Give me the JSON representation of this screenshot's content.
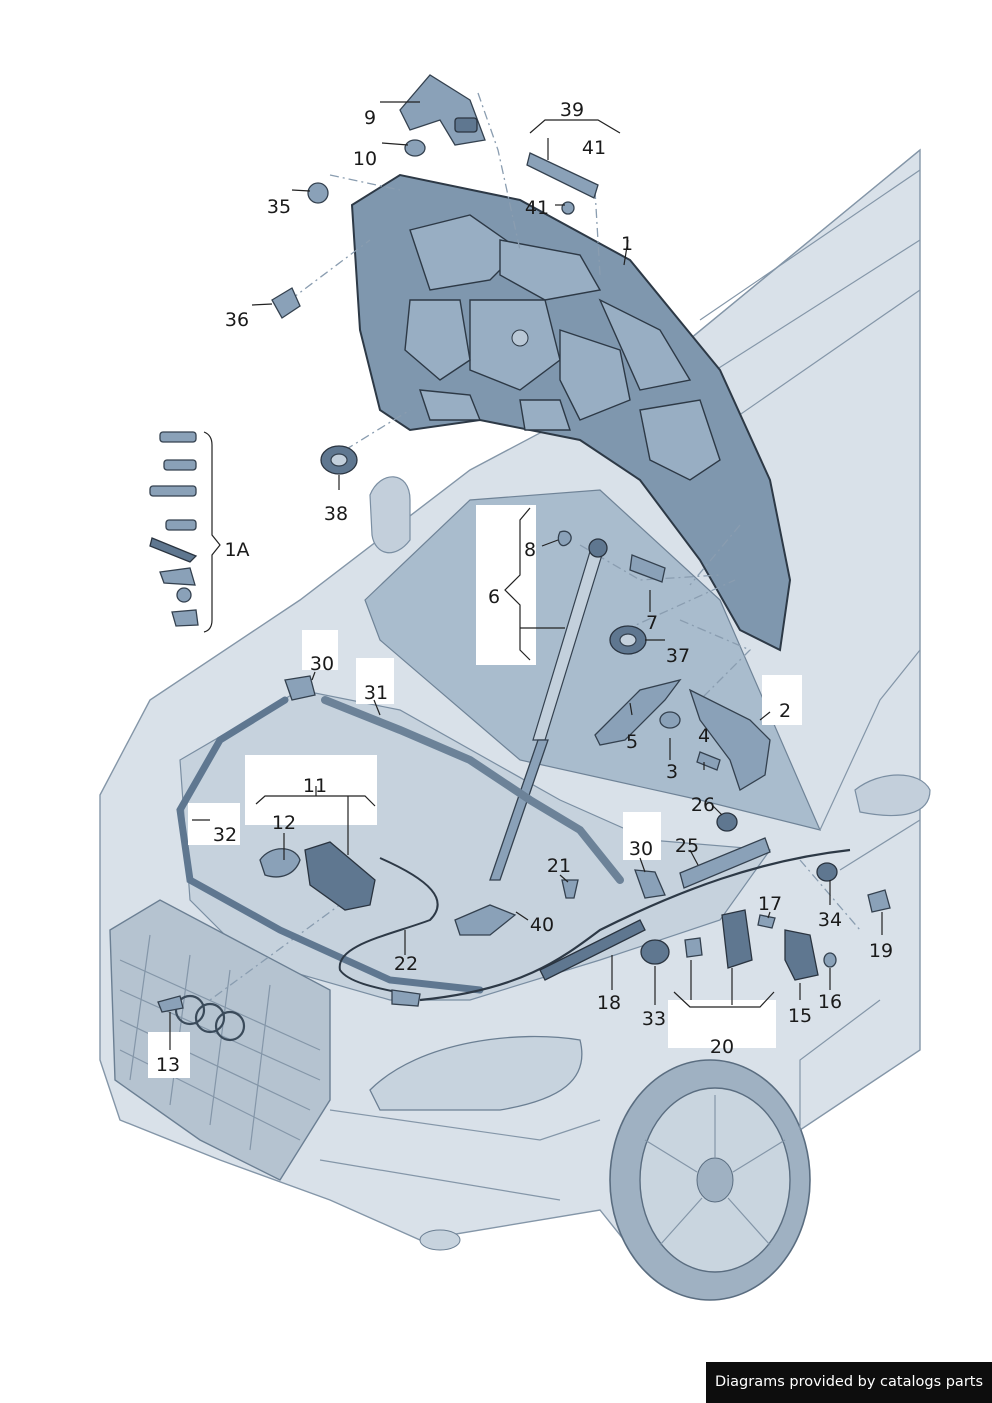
{
  "callouts": {
    "c1": "1",
    "c1a": "1A",
    "c2": "2",
    "c3": "3",
    "c4": "4",
    "c5": "5",
    "c6": "6",
    "c7": "7",
    "c8": "8",
    "c9": "9",
    "c10": "10",
    "c11": "11",
    "c12": "12",
    "c13": "13",
    "c15": "15",
    "c16": "16",
    "c17": "17",
    "c18": "18",
    "c19": "19",
    "c20": "20",
    "c21": "21",
    "c22": "22",
    "c25": "25",
    "c26": "26",
    "c30a": "30",
    "c30b": "30",
    "c31": "31",
    "c32": "32",
    "c33": "33",
    "c34": "34",
    "c35": "35",
    "c36": "36",
    "c37": "37",
    "c38": "38",
    "c39": "39",
    "c40": "40",
    "c41a": "41",
    "c41b": "41"
  },
  "credit": "Diagrams provided by catalogs parts",
  "colors": {
    "part_fill": "#8aa1b8",
    "car_body": "#d9e1e9",
    "outline": "#2d3946",
    "credit_bg": "#0d0d0d"
  }
}
